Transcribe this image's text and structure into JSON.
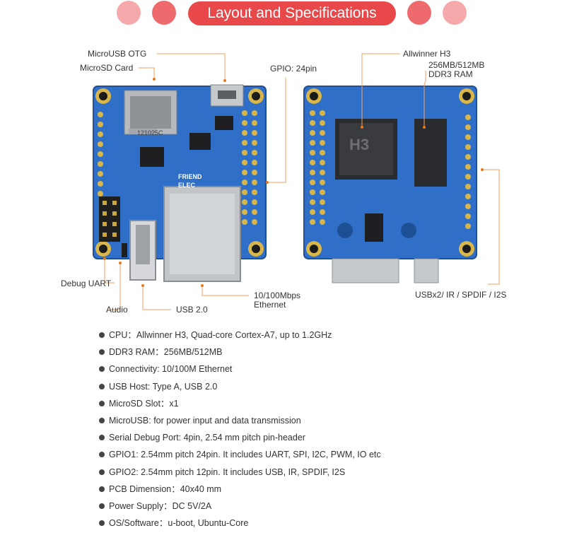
{
  "banner": {
    "title": "Layout and Specifications"
  },
  "colors": {
    "banner": "#e8484a",
    "dot_strong": "#ee6a6c",
    "dot_light": "#f6a9aa",
    "pcb": "#2f6fc7",
    "leader": "#f0a060"
  },
  "front_labels": {
    "microusb_otg": "MicroUSB  OTG",
    "microsd_card": "MicroSD Card",
    "gpio": "GPIO: 24pin",
    "debug_uart": "Debug UART",
    "audio": "Audio",
    "usb": "USB 2.0",
    "ethernet_line1": "10/100Mbps",
    "ethernet_line2": "Ethernet"
  },
  "back_labels": {
    "soc": "Allwinner H3",
    "ram_line1": "256MB/512MB",
    "ram_line2": "DDR3 RAM",
    "io": "USBx2/ IR / SPDIF / I2S"
  },
  "board_text": {
    "card_code": "121025C",
    "brand_line1": "FRIEND",
    "brand_line2": "ELEC",
    "soc_mark": "H3"
  },
  "specs": [
    "CPU：Allwinner H3, Quad-core Cortex-A7, up to 1.2GHz",
    "DDR3 RAM：256MB/512MB",
    "Connectivity: 10/100M Ethernet",
    "USB Host: Type A, USB 2.0",
    "MicroSD Slot：x1",
    "MicroUSB: for power input and data transmission",
    "Serial Debug Port: 4pin, 2.54 mm pitch pin-header",
    "GPIO1: 2.54mm pitch 24pin. It includes UART, SPI, I2C, PWM, IO etc",
    "GPIO2: 2.54mm pitch 12pin. It includes USB, IR, SPDIF, I2S",
    "PCB Dimension：40x40 mm",
    "Power Supply：DC 5V/2A",
    "OS/Software：u-boot, Ubuntu-Core"
  ]
}
